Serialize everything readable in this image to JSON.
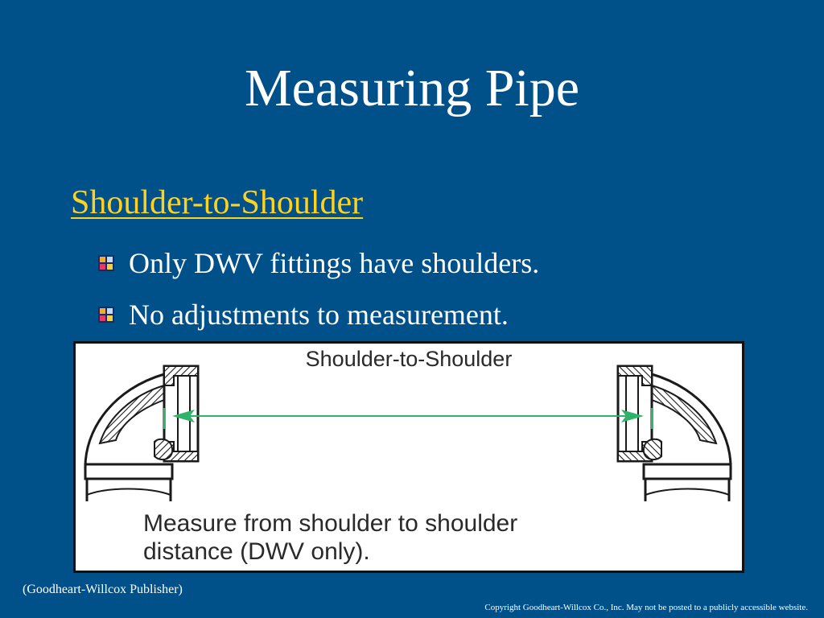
{
  "slide": {
    "title": "Measuring Pipe",
    "subheading": "Shoulder-to-Shoulder",
    "bullets": [
      "Only DWV fittings have shoulders.",
      "No adjustments to measurement."
    ]
  },
  "figure": {
    "title": "Shoulder-to-Shoulder",
    "caption_line1": "Measure from shoulder to shoulder",
    "caption_line2": "distance (DWV only).",
    "icons": [
      "left-elbow-fitting-icon",
      "right-elbow-fitting-icon",
      "double-arrow-icon"
    ],
    "colors": {
      "arrow": "#2fb36a",
      "hatching": "#1a1a1a"
    }
  },
  "footer": {
    "credit": "(Goodheart-Willcox Publisher)",
    "copyright": "Copyright Goodheart-Willcox Co., Inc.  May not be posted to a publicly accessible website."
  },
  "colors": {
    "background": "#00508a",
    "subheading": "#ffd21f",
    "text": "#ffffff"
  }
}
